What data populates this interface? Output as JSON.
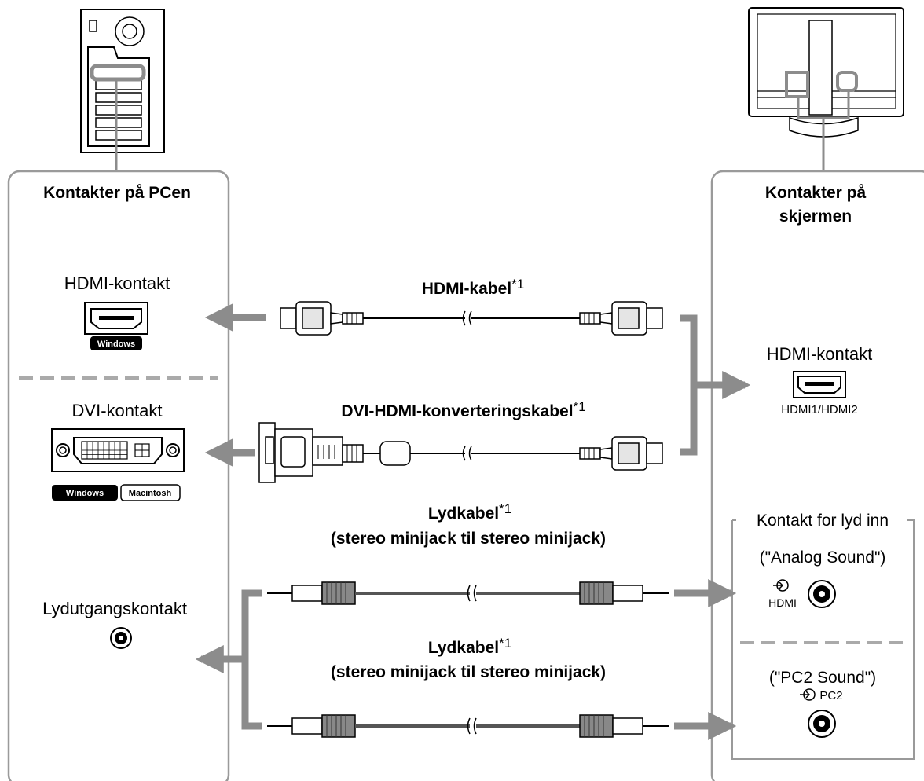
{
  "pc_panel": {
    "title": "Kontakter på PCen",
    "hdmi_label": "HDMI-kontakt",
    "hdmi_badge": "Windows",
    "dvi_label": "DVI-kontakt",
    "dvi_badges": [
      "Windows",
      "Macintosh"
    ],
    "audio_out_label": "Lydutgangskontakt"
  },
  "monitor_panel": {
    "title_line1": "Kontakter på",
    "title_line2": "skjermen",
    "hdmi_label": "HDMI-kontakt",
    "hdmi_ports": "HDMI1/HDMI2",
    "audio_group_label": "Kontakt for lyd inn",
    "analog_sound_label": "(\"Analog Sound\")",
    "analog_sound_port": "HDMI",
    "pc2_sound_label": "(\"PC2 Sound\")",
    "pc2_sound_port": "PC2"
  },
  "cables": {
    "hdmi": {
      "name": "HDMI-kabel",
      "note": "*1"
    },
    "dvi_hdmi": {
      "name": "DVI-HDMI-konverteringskabel",
      "note": "*1"
    },
    "audio1": {
      "name": "Lydkabel",
      "note": "*1",
      "detail": "(stereo minijack til stereo minijack)"
    },
    "audio2": {
      "name": "Lydkabel",
      "note": "*1",
      "detail": "(stereo minijack til stereo minijack)"
    }
  },
  "colors": {
    "panel_border": "#9a9a9a",
    "arrow": "#8c8c8c",
    "cable": "#555555",
    "badge": "#000000"
  }
}
